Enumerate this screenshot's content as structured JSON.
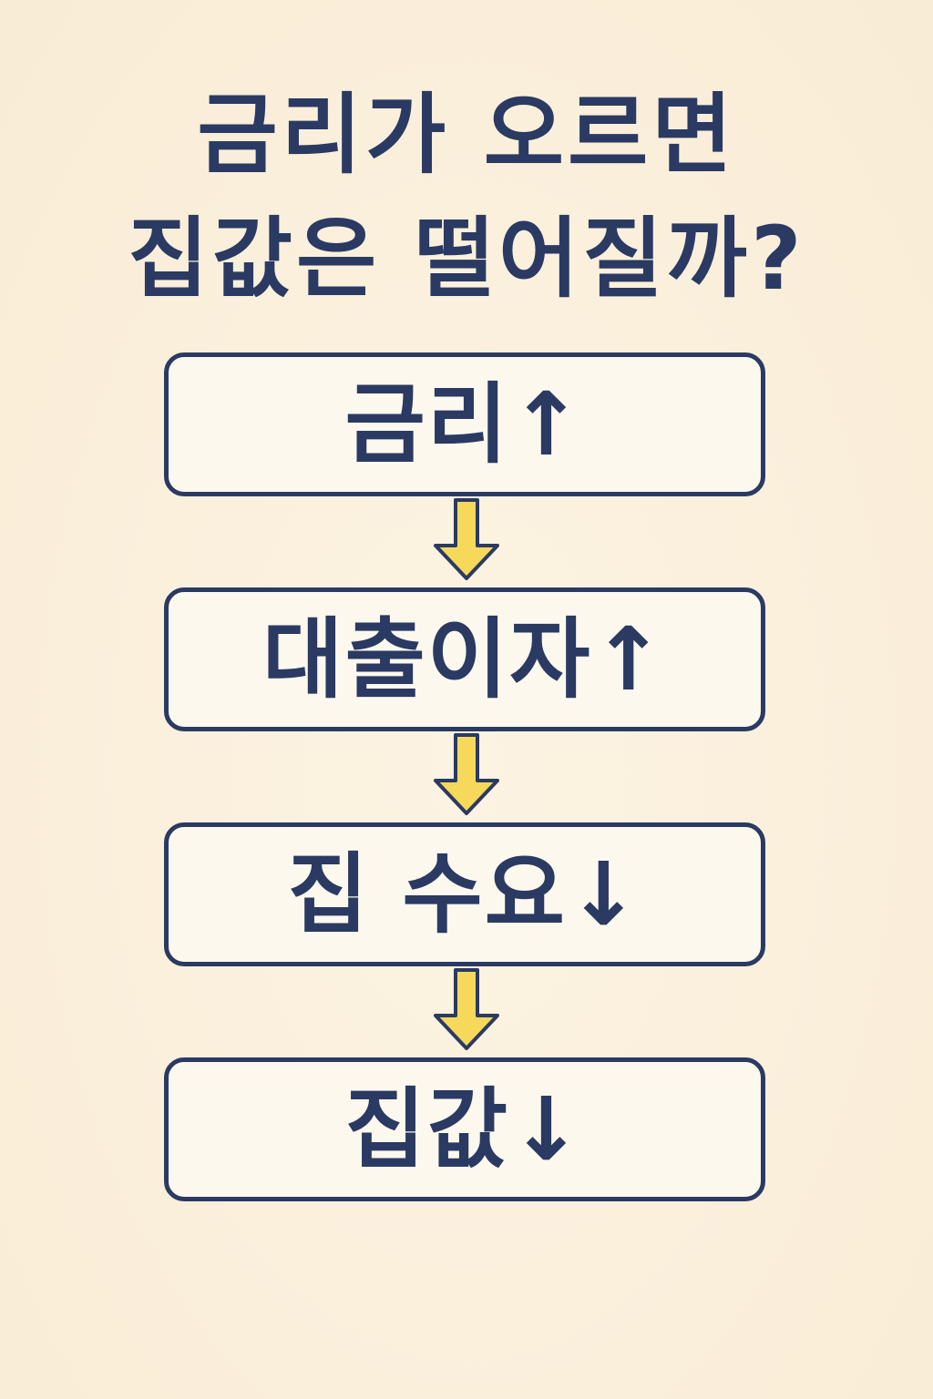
{
  "title": {
    "line1": "금리가 오르면",
    "line2": "집값은 떨어질까?"
  },
  "steps": [
    {
      "label": "금리↑"
    },
    {
      "label": "대출이자↑"
    },
    {
      "label": "집 수요↓"
    },
    {
      "label": "집값↓"
    }
  ],
  "colors": {
    "background": "#fbf1de",
    "text": "#2a3a62",
    "box_border": "#2a3a62",
    "box_fill": "#fdf8ee",
    "arrow_fill": "#f6d85a"
  },
  "icons": {
    "connector": "down-arrow-icon"
  }
}
